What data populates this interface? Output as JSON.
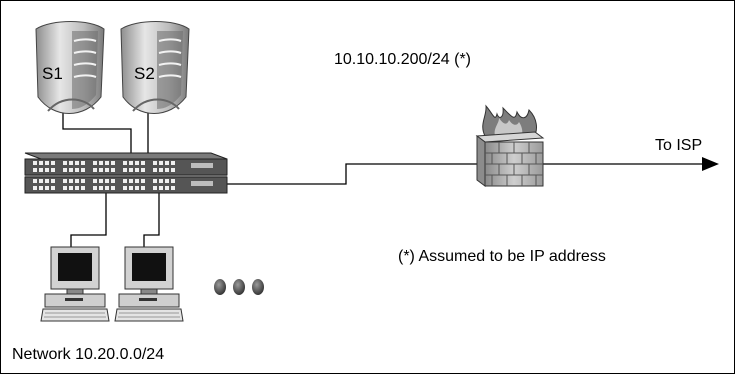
{
  "nodes": {
    "server1": {
      "label": "S1"
    },
    "server2": {
      "label": "S2"
    },
    "firewall": {
      "address_label": "10.10.10.200/24 (*)"
    }
  },
  "links": {
    "isp": {
      "label": "To ISP"
    }
  },
  "notes": {
    "assumption": "(*) Assumed to be IP address"
  },
  "network": {
    "label": "Network 10.20.0.0/24"
  }
}
